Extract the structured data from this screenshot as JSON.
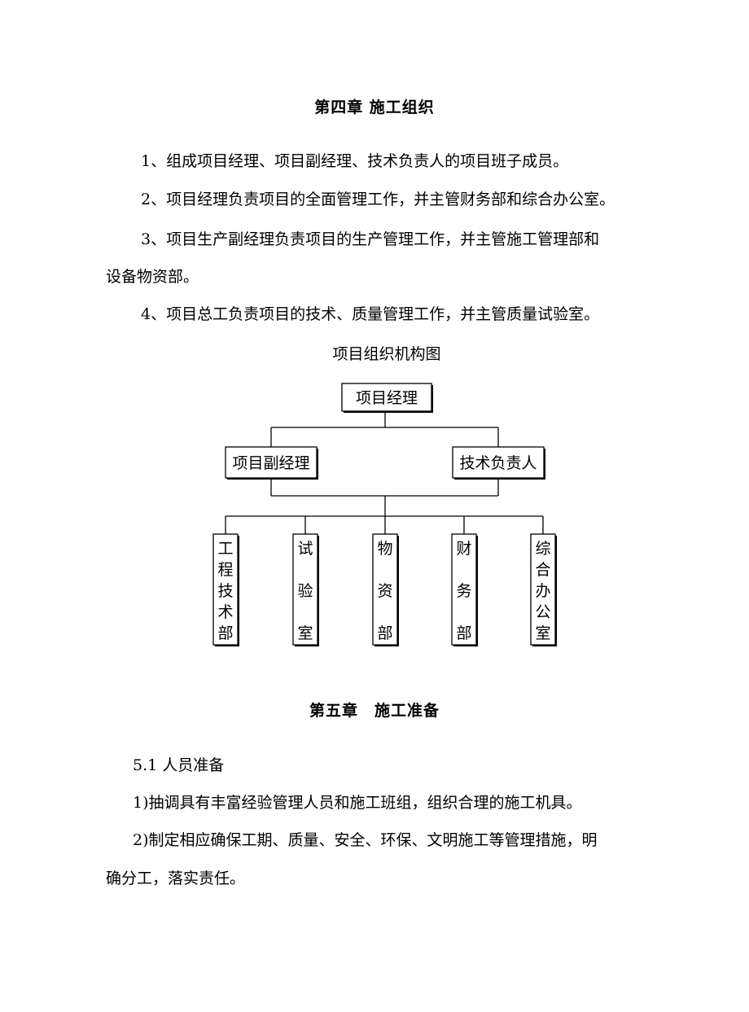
{
  "chapter4": {
    "title": "第四章 施工组织",
    "paragraphs": [
      "1、组成项目经理、项目副经理、技术负责人的项目班子成员。",
      "2、项目经理负责项目的全面管理工作，并主管财务部和综合办公室。",
      "3、项目生产副经理负责项目的生产管理工作，并主管施工管理部和",
      "设备物资部。",
      "4、项目总工负责项目的技术、质量管理工作，并主管质量试验室。"
    ],
    "chart_caption": "项目组织机构图"
  },
  "org_chart": {
    "top": "项目经理",
    "middle": [
      "项目副经理",
      "技术负责人"
    ],
    "departments": [
      [
        "工",
        "程",
        "技",
        "术",
        "部"
      ],
      [
        "试",
        "验",
        "室"
      ],
      [
        "物",
        "资",
        "部"
      ],
      [
        "财",
        "务",
        "部"
      ],
      [
        "综",
        "合",
        "办",
        "公",
        "室"
      ]
    ]
  },
  "chapter5": {
    "title": "第五章　施工准备",
    "section": "5.1 人员准备",
    "items": [
      "1)抽调具有丰富经验管理人员和施工班组，组织合理的施工机具。",
      "2)制定相应确保工期、质量、安全、环保、文明施工等管理措施，明",
      "确分工，落实责任。"
    ]
  }
}
